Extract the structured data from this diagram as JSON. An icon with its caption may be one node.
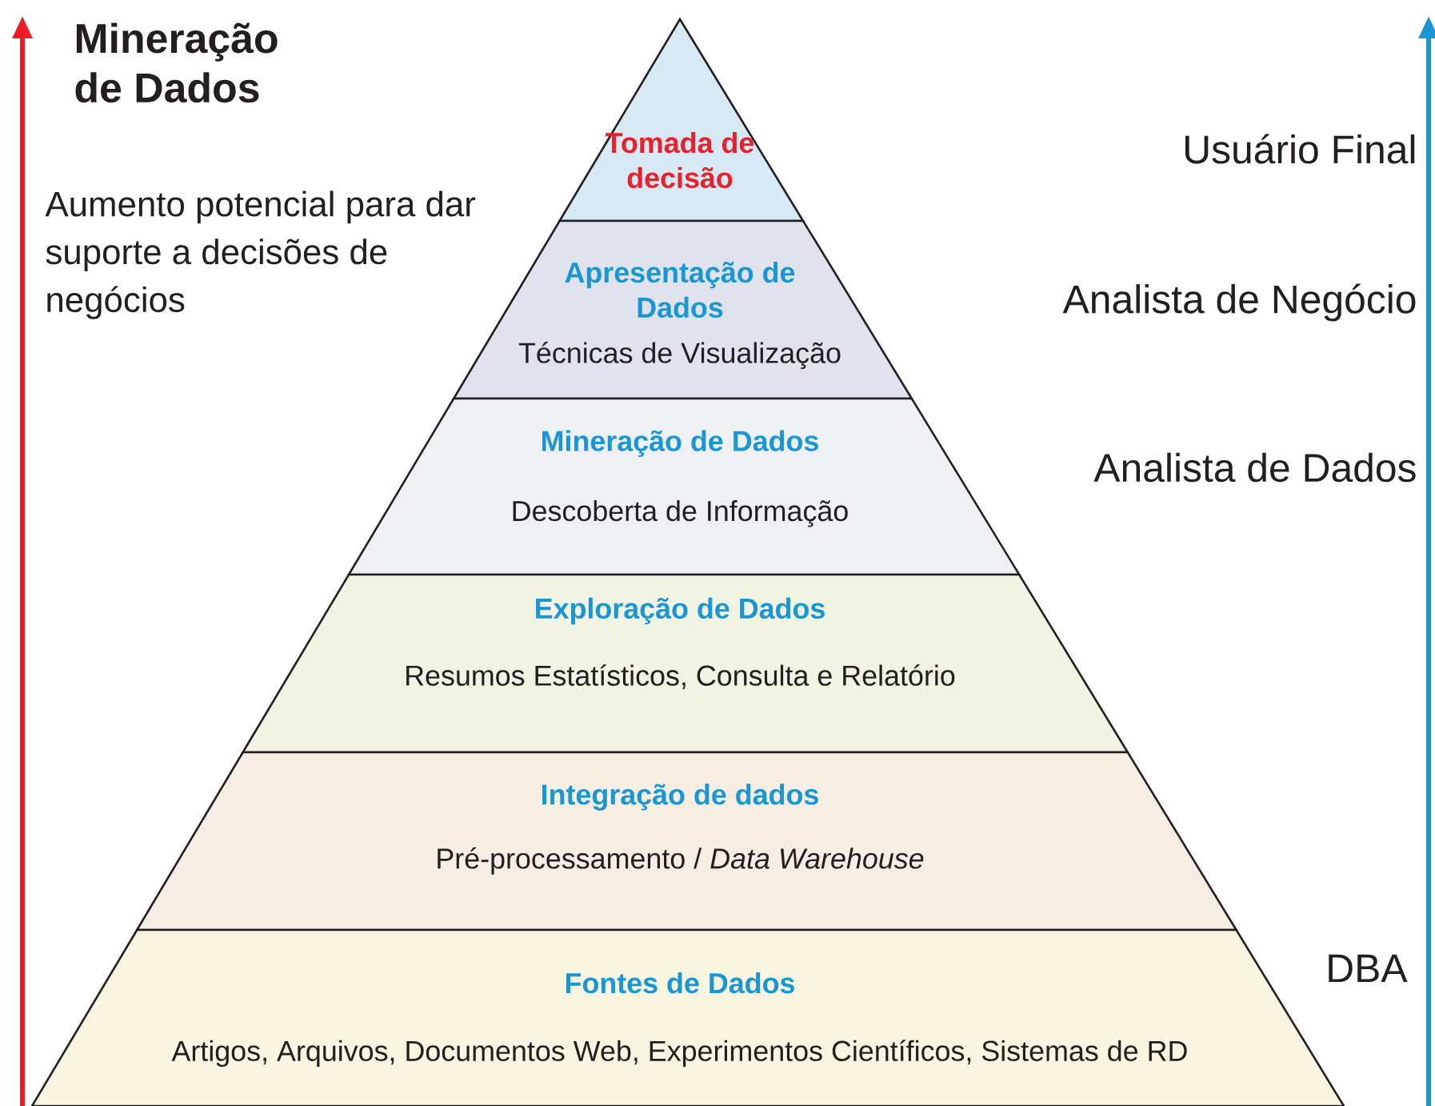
{
  "diagram": {
    "nodes": [
      {
        "text": [
          "Tomada de decisão"
        ]
      },
      {
        "text": [
          "Apresentação de Dados",
          "Técnicas de Visualização"
        ]
      },
      {
        "text": [
          "Mineração de Dados",
          "Descoberta de Informação"
        ]
      },
      {
        "text": [
          "Exploração de Dados",
          "Resumos Estatísticos, Consulta e Relatório"
        ]
      },
      {
        "text": [
          "Integração de dados",
          "Pré-processamento / *Data Warehouse*"
        ]
      },
      {
        "text": [
          "Fontes de Dados",
          "Artigos, Arquivos, Documentos Web, Experimentos Científicos, Sistemas de RD"
        ]
      }
    ],
    "edges": [],
    "labels": [
      "Mineração de Dados",
      "Aumento potencial para dar suporte a decisões de negócios",
      "Usuário Final",
      "Analista de Negócio",
      "Analista de Dados",
      "DBA"
    ]
  }
}
